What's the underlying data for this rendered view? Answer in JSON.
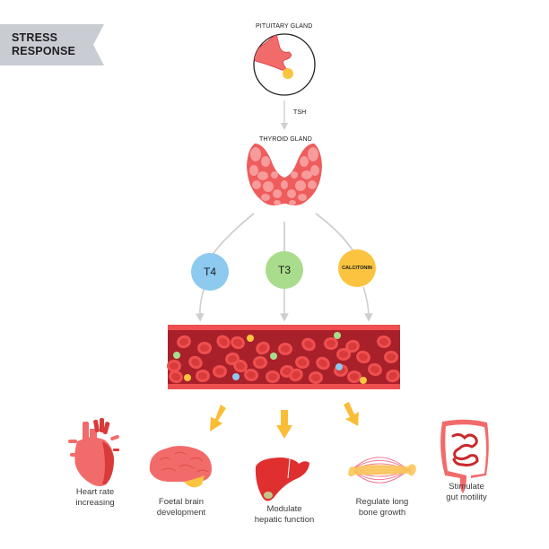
{
  "title": {
    "line1": "STRESS",
    "line2": "RESPONSE"
  },
  "pituitary": {
    "label": "PITUITARY GLAND"
  },
  "tsh": {
    "label": "TSH"
  },
  "thyroid": {
    "label": "THYROID GLAND"
  },
  "hormones": [
    {
      "label": "T4",
      "color": "#8ec9f0"
    },
    {
      "label": "T3",
      "color": "#a9dc8c"
    },
    {
      "label": "CALCITONIN",
      "color": "#fbc440"
    }
  ],
  "effects": [
    {
      "line1": "Heart rate",
      "line2": "increasing",
      "icon": "heart-icon"
    },
    {
      "line1": "Foetal brain",
      "line2": "development",
      "icon": "brain-icon"
    },
    {
      "line1": "Modulate",
      "line2": "hepatic function",
      "icon": "liver-icon"
    },
    {
      "line1": "Regulate long",
      "line2": "bone growth",
      "icon": "bone-icon"
    },
    {
      "line1": "Stimulate",
      "line2": "gut motility",
      "icon": "intestine-icon"
    }
  ],
  "colors": {
    "banner": "#c9ccd3",
    "gland": "#f07070",
    "blood_vessel": "#a8202a",
    "red_cell": "#ef4f4f",
    "arrow_yellow": "#fbbd36",
    "connector_gray": "#cfcfcf"
  }
}
